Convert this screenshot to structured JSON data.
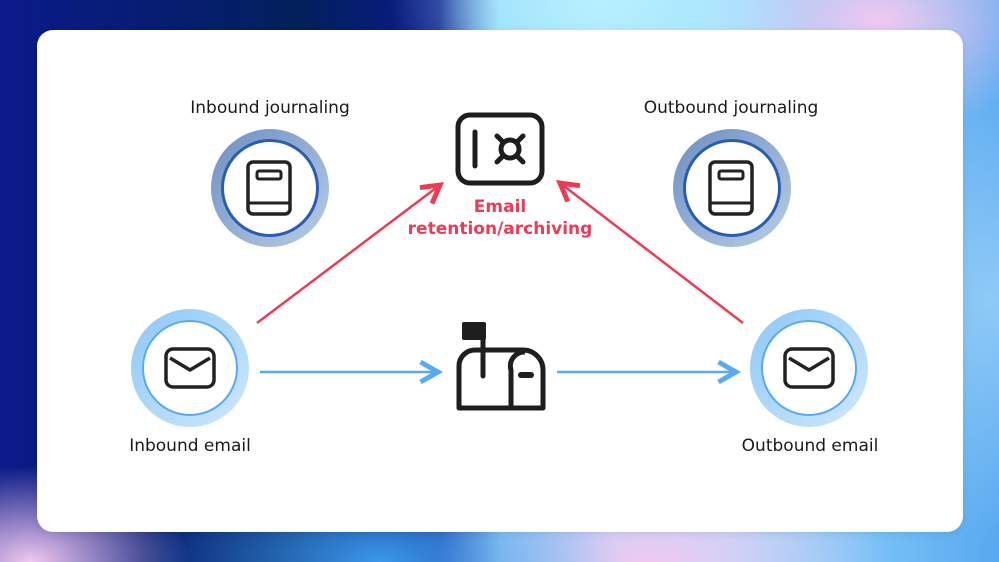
{
  "nodes": {
    "inbound_journaling": {
      "label": "Inbound journaling",
      "icon": "book-icon"
    },
    "outbound_journaling": {
      "label": "Outbound journaling",
      "icon": "book-icon"
    },
    "archive": {
      "label_line1": "Email",
      "label_line2": "retention/archiving",
      "icon": "safe-icon"
    },
    "inbound_email": {
      "label": "Inbound email",
      "icon": "envelope-icon"
    },
    "outbound_email": {
      "label": "Outbound email",
      "icon": "envelope-icon"
    },
    "mailbox": {
      "icon": "mailbox-icon"
    }
  },
  "edges": [
    {
      "from": "inbound_email",
      "to": "archive",
      "color": "#ee3b55"
    },
    {
      "from": "outbound_email",
      "to": "archive",
      "color": "#ee3b55"
    },
    {
      "from": "inbound_email",
      "to": "mailbox",
      "color": "#5aaaf0"
    },
    {
      "from": "mailbox",
      "to": "outbound_email",
      "color": "#5aaaf0"
    }
  ],
  "colors": {
    "accent_red": "#ee3b55",
    "accent_blue": "#5aaaf0",
    "journal_ring": "#2a5db0"
  }
}
